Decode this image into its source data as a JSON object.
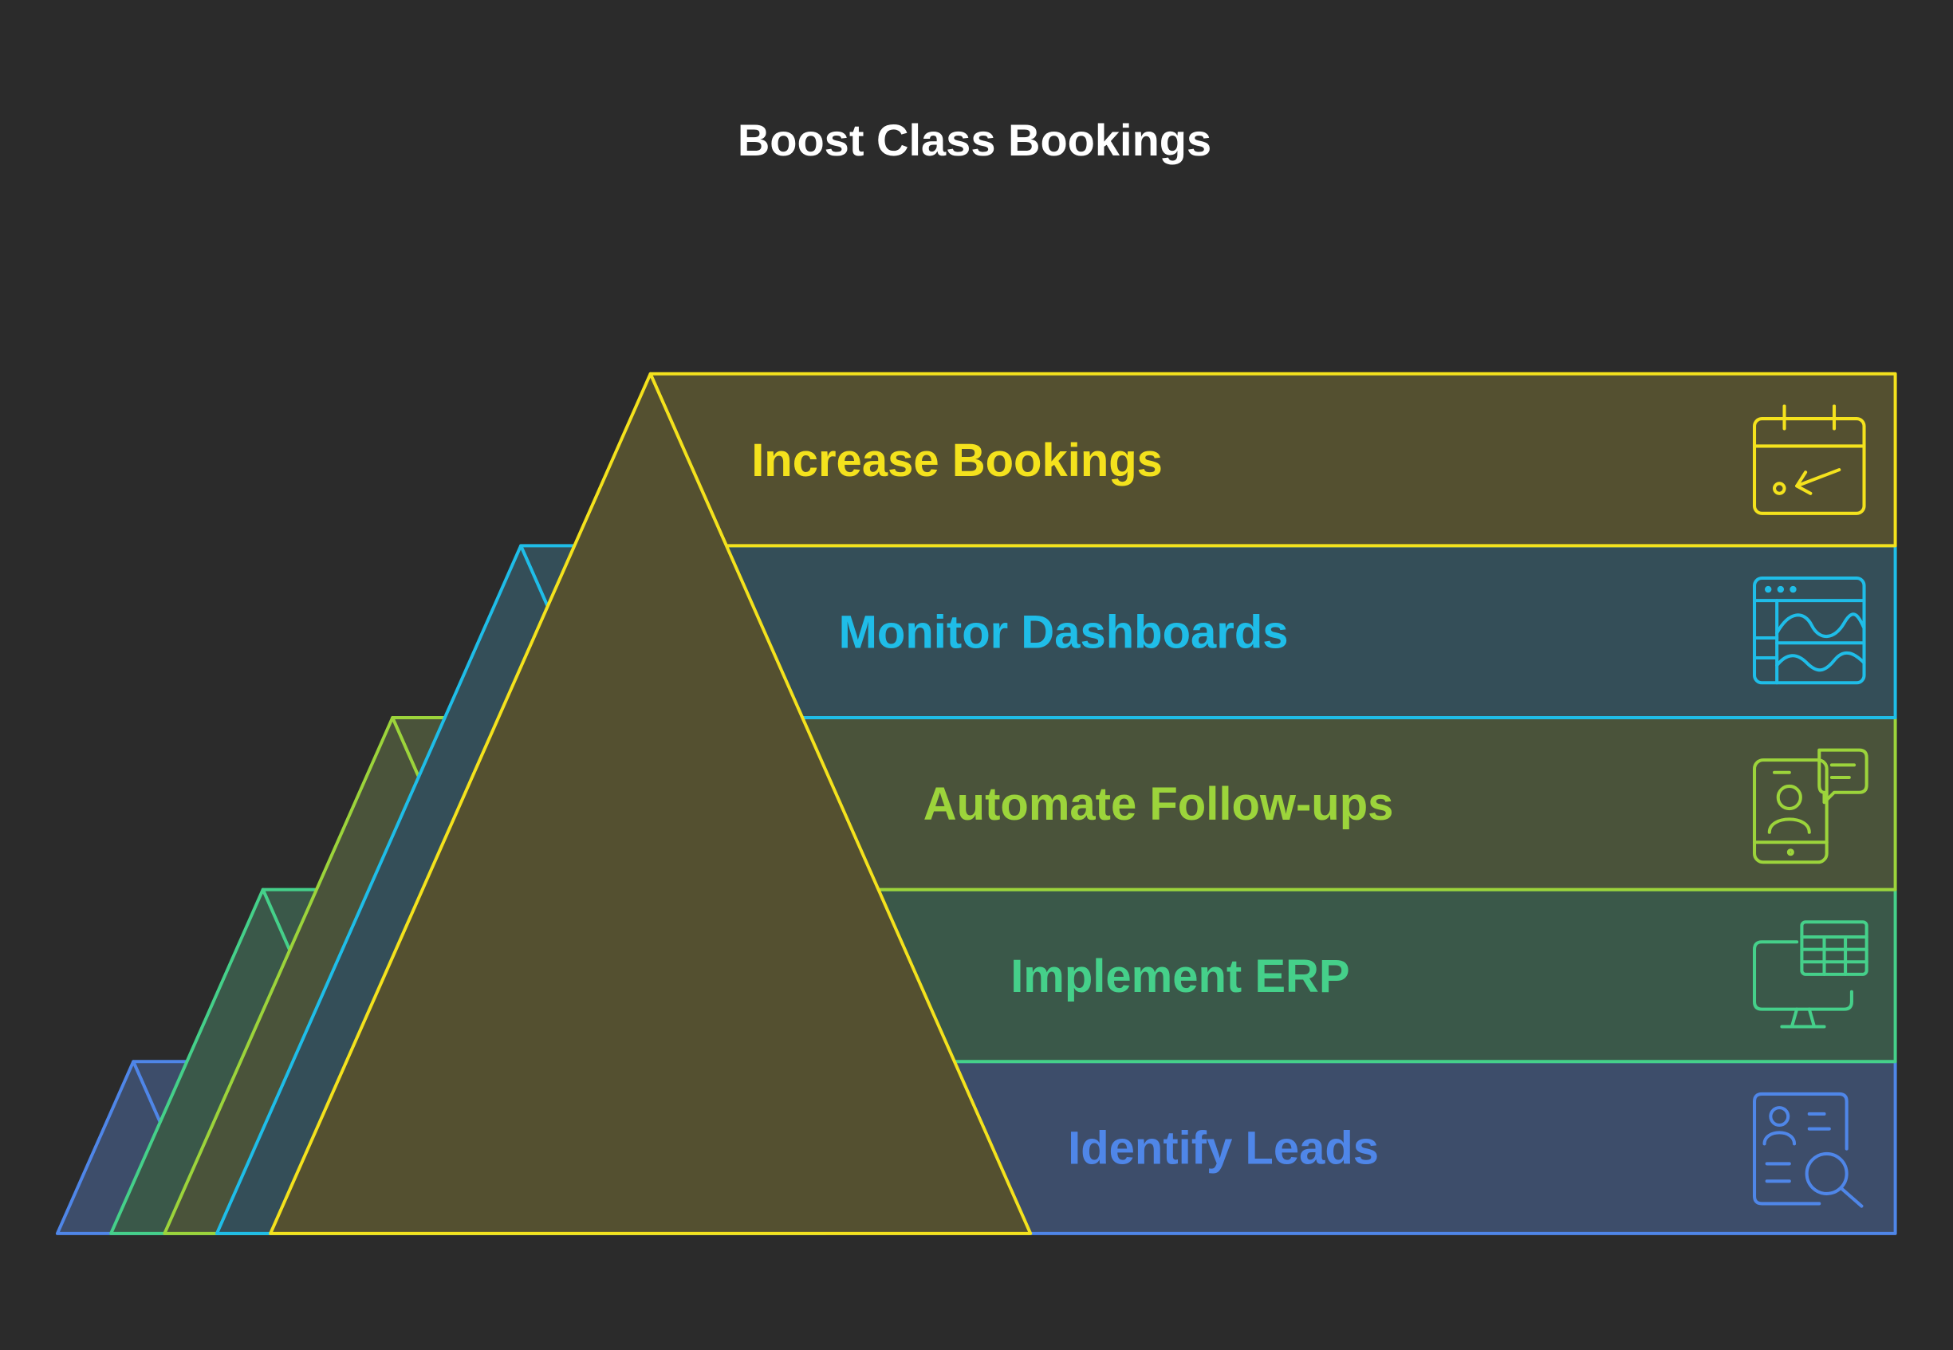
{
  "title": "Boost Class Bookings",
  "background": "#2b2b2b",
  "title_color": "#ffffff",
  "layers": [
    {
      "label": "Identify Leads",
      "color": "#4f86e8",
      "fill": "#3d4d6a",
      "icon": "lead-search-icon"
    },
    {
      "label": "Implement ERP",
      "color": "#45d08a",
      "fill": "#3a5849",
      "icon": "erp-monitor-icon"
    },
    {
      "label": "Automate Follow-ups",
      "color": "#9cd43b",
      "fill": "#4a533a",
      "icon": "mobile-chat-icon"
    },
    {
      "label": "Monitor Dashboards",
      "color": "#1fbde8",
      "fill": "#344e58",
      "icon": "dashboard-icon"
    },
    {
      "label": "Increase Bookings",
      "color": "#f4e21d",
      "fill": "#545030",
      "icon": "calendar-icon"
    }
  ]
}
